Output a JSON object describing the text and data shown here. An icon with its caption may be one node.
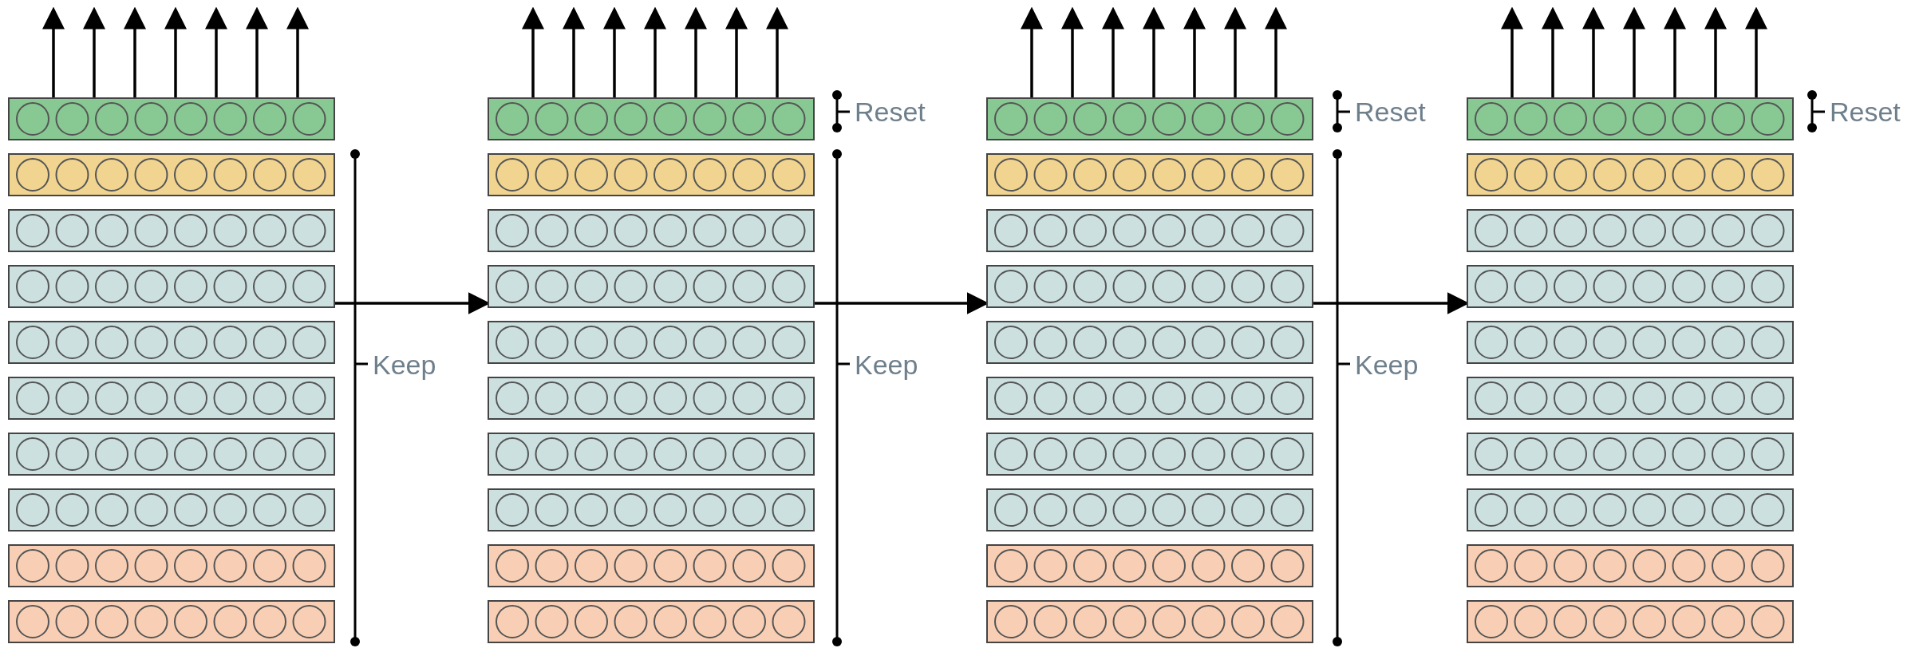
{
  "diagram": {
    "nodes": [
      {
        "text": [],
        "shape": "bar"
      },
      {
        "text": [],
        "shape": "bar"
      },
      {
        "text": [],
        "shape": "bar"
      },
      {
        "text": [],
        "shape": "bar"
      },
      {
        "text": [],
        "shape": "bar"
      },
      {
        "text": [],
        "shape": "bar"
      },
      {
        "text": [],
        "shape": "bar"
      },
      {
        "text": [],
        "shape": "bar"
      },
      {
        "text": [],
        "shape": "bar"
      },
      {
        "text": [],
        "shape": "bar"
      },
      {
        "text": [],
        "shape": "bar"
      },
      {
        "text": [],
        "shape": "bar"
      },
      {
        "text": [],
        "shape": "bar"
      },
      {
        "text": [],
        "shape": "bar"
      },
      {
        "text": [],
        "shape": "bar"
      },
      {
        "text": [],
        "shape": "bar"
      },
      {
        "text": [],
        "shape": "bar"
      },
      {
        "text": [],
        "shape": "bar"
      },
      {
        "text": [],
        "shape": "bar"
      },
      {
        "text": [],
        "shape": "bar"
      },
      {
        "text": [],
        "shape": "bar"
      },
      {
        "text": [],
        "shape": "bar"
      },
      {
        "text": [],
        "shape": "bar"
      },
      {
        "text": [],
        "shape": "bar"
      },
      {
        "text": [],
        "shape": "bar"
      },
      {
        "text": [],
        "shape": "bar"
      },
      {
        "text": [],
        "shape": "bar"
      },
      {
        "text": [],
        "shape": "bar"
      },
      {
        "text": [],
        "shape": "bar"
      },
      {
        "text": [],
        "shape": "bar"
      },
      {
        "text": [],
        "shape": "bar"
      },
      {
        "text": [],
        "shape": "bar"
      },
      {
        "text": [],
        "shape": "bar"
      },
      {
        "text": [],
        "shape": "bar"
      },
      {
        "text": [],
        "shape": "bar"
      },
      {
        "text": [],
        "shape": "bar"
      },
      {
        "text": [],
        "shape": "bar"
      },
      {
        "text": [],
        "shape": "bar"
      },
      {
        "text": [],
        "shape": "bar"
      },
      {
        "text": [],
        "shape": "bar"
      }
    ],
    "edges": [
      {
        "from": 0,
        "to": null,
        "arrow": "to"
      },
      {
        "from": 0,
        "to": null,
        "arrow": "to"
      },
      {
        "from": 0,
        "to": null,
        "arrow": "to"
      },
      {
        "from": 0,
        "to": null,
        "arrow": "to"
      },
      {
        "from": 0,
        "to": null,
        "arrow": "to"
      },
      {
        "from": 0,
        "to": null,
        "arrow": "to"
      },
      {
        "from": 0,
        "to": null,
        "arrow": "to"
      },
      {
        "from": 10,
        "to": null,
        "arrow": "to"
      },
      {
        "from": 10,
        "to": null,
        "arrow": "to"
      },
      {
        "from": 10,
        "to": null,
        "arrow": "to"
      },
      {
        "from": 10,
        "to": null,
        "arrow": "to"
      },
      {
        "from": 10,
        "to": null,
        "arrow": "to"
      },
      {
        "from": 10,
        "to": null,
        "arrow": "to"
      },
      {
        "from": 10,
        "to": null,
        "arrow": "to"
      },
      {
        "from": 20,
        "to": null,
        "arrow": "to"
      },
      {
        "from": 20,
        "to": null,
        "arrow": "to"
      },
      {
        "from": 20,
        "to": null,
        "arrow": "to"
      },
      {
        "from": 20,
        "to": null,
        "arrow": "to"
      },
      {
        "from": 20,
        "to": null,
        "arrow": "to"
      },
      {
        "from": 20,
        "to": null,
        "arrow": "to"
      },
      {
        "from": 20,
        "to": null,
        "arrow": "to"
      },
      {
        "from": 30,
        "to": null,
        "arrow": "to"
      },
      {
        "from": 30,
        "to": null,
        "arrow": "to"
      },
      {
        "from": 30,
        "to": null,
        "arrow": "to"
      },
      {
        "from": 30,
        "to": null,
        "arrow": "to"
      },
      {
        "from": 30,
        "to": null,
        "arrow": "to"
      },
      {
        "from": 30,
        "to": null,
        "arrow": "to"
      },
      {
        "from": 30,
        "to": null,
        "arrow": "to"
      },
      {
        "from": 3,
        "to": 13,
        "arrow": "to"
      },
      {
        "from": 13,
        "to": 23,
        "arrow": "to"
      },
      {
        "from": 23,
        "to": 33,
        "arrow": "to"
      }
    ],
    "labels": [
      "Reset",
      "Reset",
      "Reset",
      "Keep",
      "Keep",
      "Keep"
    ]
  }
}
